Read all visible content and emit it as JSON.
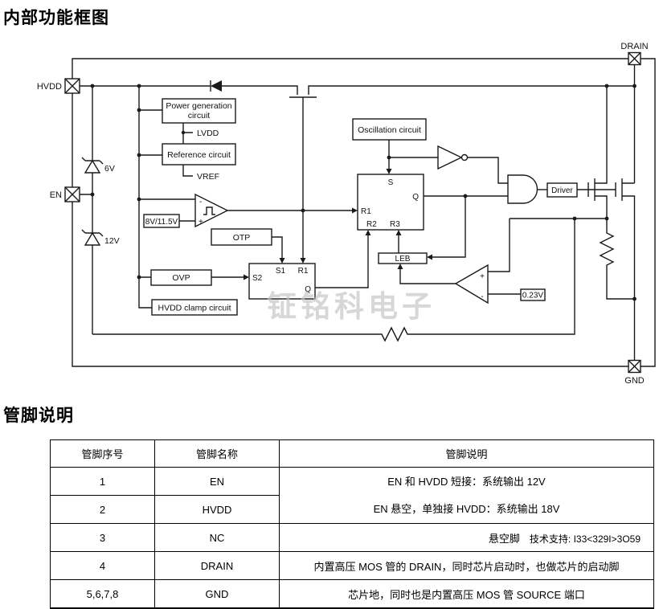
{
  "page": {
    "title_block_diagram": "内部功能框图",
    "title_pin_desc": "管脚说明",
    "watermark": "钲铭科电子"
  },
  "diagram": {
    "pins": {
      "hvdd": "HVDD",
      "en": "EN",
      "drain": "DRAIN",
      "gnd": "GND"
    },
    "zeners": {
      "z1": "6V",
      "z2": "12V"
    },
    "rails": {
      "lvdd": "LVDD",
      "vref": "VREF"
    },
    "boxes": {
      "power_gen_l1": "Power generation",
      "power_gen_l2": "circuit",
      "reference": "Reference circuit",
      "oscillation": "Oscillation circuit",
      "otp": "OTP",
      "ovp": "OVP",
      "hvdd_clamp": "HVDD clamp circuit",
      "driver": "Driver",
      "leb": "LEB"
    },
    "refs": {
      "uvlo": "8V/11.5V",
      "cs": "0.23V"
    },
    "uvlo_comp": {
      "minus": "-",
      "plus": "+"
    },
    "cs_comp": {
      "plus": "+",
      "minus": "-"
    },
    "latch1": {
      "s": "S",
      "q": "Q",
      "r1": "R1",
      "r2": "R2",
      "r3": "R3"
    },
    "latch2": {
      "s2": "S2",
      "s1": "S1",
      "r1": "R1",
      "q": "Q"
    }
  },
  "pin_table": {
    "headers": [
      "管脚序号",
      "管脚名称",
      "管脚说明"
    ],
    "col1": [
      "1",
      "2",
      "3",
      "4",
      "5,6,7,8"
    ],
    "col2": [
      "EN",
      "HVDD",
      "NC",
      "DRAIN",
      "GND"
    ],
    "desc_12_line1": "EN 和 HVDD 短接：系统输出 12V",
    "desc_12_line2": "EN 悬空，单独接 HVDD：系统输出 18V",
    "desc_nc_main": "悬空脚",
    "desc_nc_support": "技术支持: I33<329I>3O59",
    "desc_drain": "内置高压 MOS 管的 DRAIN，同时芯片启动时，也做芯片的启动脚",
    "desc_gnd": "芯片地，同时也是内置高压 MOS 管 SOURCE 端口"
  }
}
